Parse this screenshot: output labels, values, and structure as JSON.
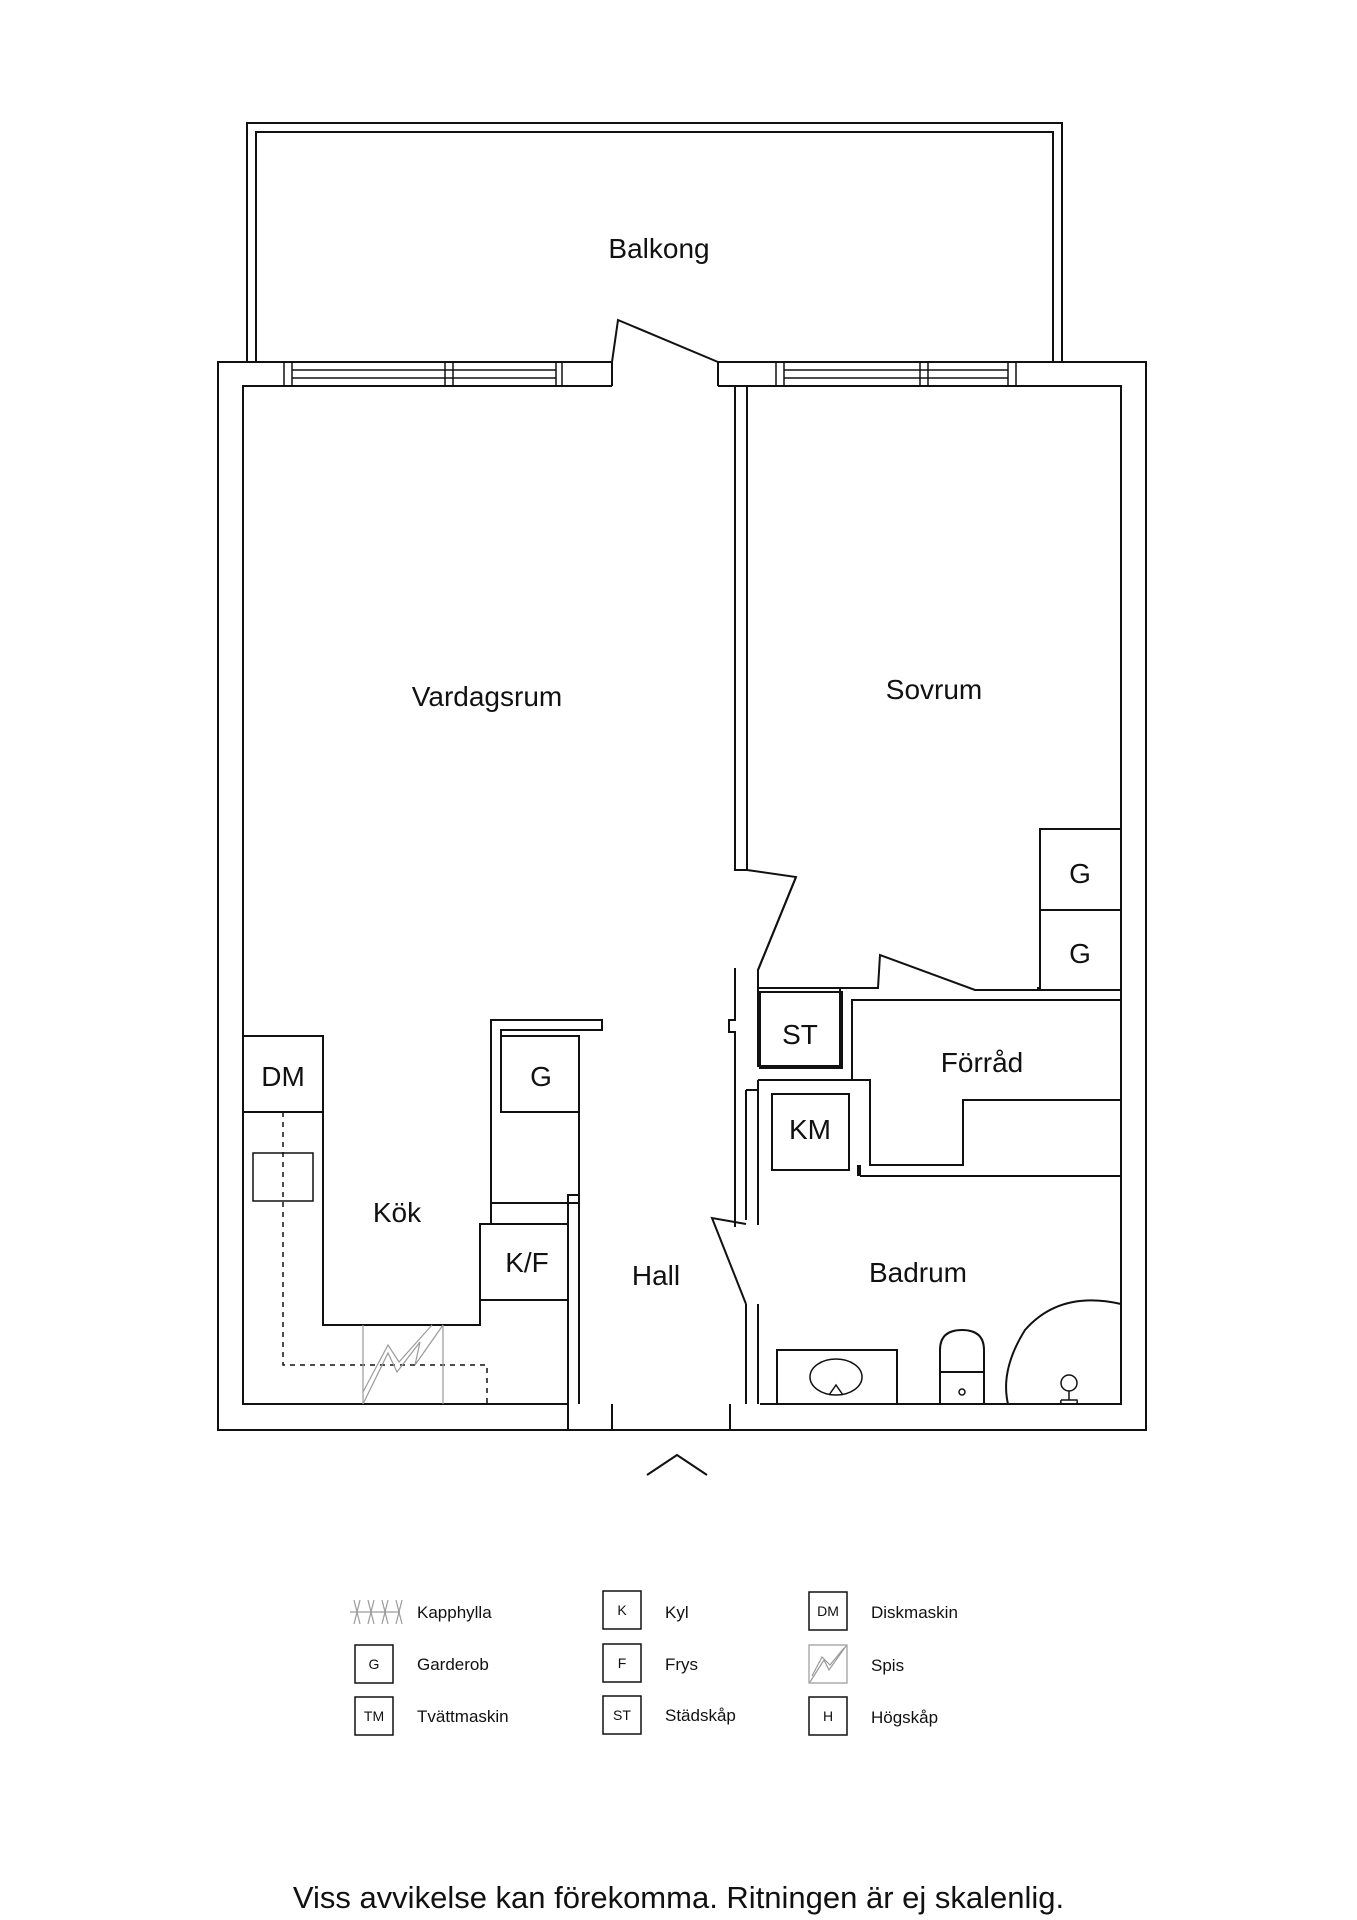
{
  "rooms": {
    "balkong": "Balkong",
    "vardagsrum": "Vardagsrum",
    "sovrum": "Sovrum",
    "kok": "Kök",
    "hall": "Hall",
    "badrum": "Badrum",
    "forrad": "Förråd"
  },
  "fixtures": {
    "dm": "DM",
    "g_kitchen": "G",
    "kf": "K/F",
    "st": "ST",
    "km": "KM",
    "g_bedroom_1": "G",
    "g_bedroom_2": "G"
  },
  "legend": [
    {
      "key": "",
      "icon": "kapphylla-icon",
      "label": "Kapphylla"
    },
    {
      "key": "K",
      "label": "Kyl"
    },
    {
      "key": "DM",
      "label": "Diskmaskin"
    },
    {
      "key": "G",
      "label": "Garderob"
    },
    {
      "key": "F",
      "label": "Frys"
    },
    {
      "key": "",
      "icon": "spis-icon",
      "label": "Spis"
    },
    {
      "key": "TM",
      "label": "Tvättmaskin"
    },
    {
      "key": "ST",
      "label": "Städskåp"
    },
    {
      "key": "H",
      "label": "Högskåp"
    }
  ],
  "disclaimer": "Viss avvikelse kan förekomma. Ritningen är ej skalenlig."
}
